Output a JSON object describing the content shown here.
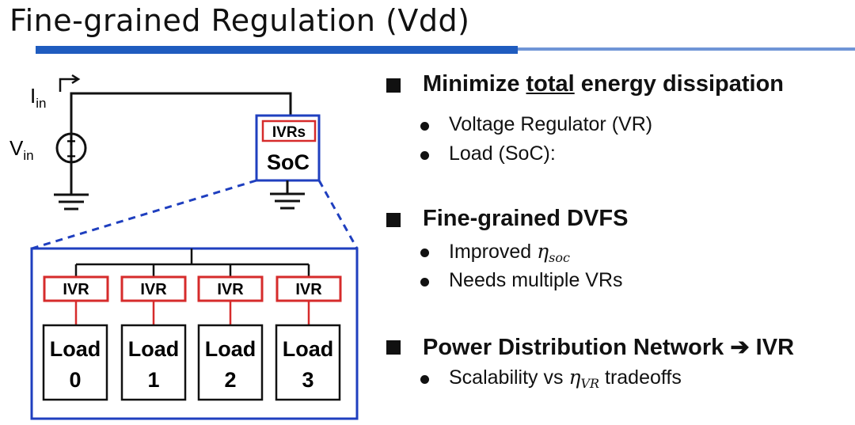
{
  "title": "Fine-grained Regulation (Vdd)",
  "diagram": {
    "iin_label": "I",
    "iin_sub": "in",
    "vin_label": "V",
    "vin_sub": "in",
    "plus": "+",
    "minus": "−",
    "ivrs_label": "IVRs",
    "soc_label": "SoC",
    "ivr_label": "IVR",
    "load_word": "Load",
    "loads": [
      "0",
      "1",
      "2",
      "3"
    ],
    "colors": {
      "blue": "#1f3fbf",
      "red": "#d62b2b",
      "black": "#111111"
    }
  },
  "bullets": {
    "b1": {
      "pre": "Minimize ",
      "underlined": "total",
      "post": " energy dissipation",
      "subs": [
        "Voltage Regulator (VR)",
        "Load (SoC):"
      ]
    },
    "b2": {
      "heading": "Fine-grained DVFS",
      "sub1_text": "Improved ",
      "sub1_eta": "η",
      "sub1_eta_sub": "soc",
      "sub2": "Needs multiple VRs"
    },
    "b3": {
      "heading": "Power Distribution Network ➔ IVR",
      "sub1_pre": "Scalability vs ",
      "sub1_eta": "η",
      "sub1_eta_sub": "VR",
      "sub1_post": " tradeoffs"
    }
  }
}
